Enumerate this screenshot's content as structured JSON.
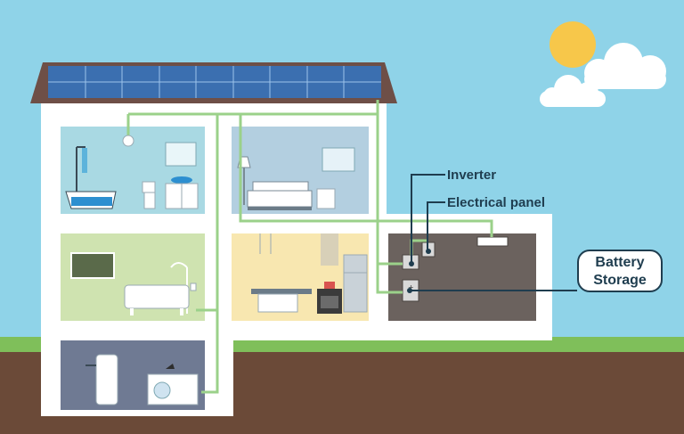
{
  "labels": {
    "inverter": "Inverter",
    "electrical_panel": "Electrical panel",
    "battery_line1": "Battery",
    "battery_line2": "Storage"
  },
  "icons": [
    "sun-icon",
    "cloud-icon",
    "solar-panel-icon",
    "shower-icon",
    "bathtub-icon",
    "toilet-icon",
    "sink-icon",
    "mirror-icon",
    "lamp-icon",
    "bed-icon",
    "tv-icon",
    "sofa-icon",
    "floor-lamp-icon",
    "fridge-icon",
    "oven-icon",
    "water-heater-icon",
    "washing-machine-icon",
    "iron-icon",
    "inverter-icon",
    "electrical-panel-icon",
    "battery-icon",
    "light-fixture-icon"
  ],
  "colors": {
    "sky": "#8fd3e8",
    "roof": "#6e4f47",
    "solar": "#3b6fb0",
    "wire": "#9bd18a",
    "garage": "#6b625e",
    "grass": "#7fbf5a",
    "soil": "#6b4a38",
    "label": "#1f3d4f"
  }
}
